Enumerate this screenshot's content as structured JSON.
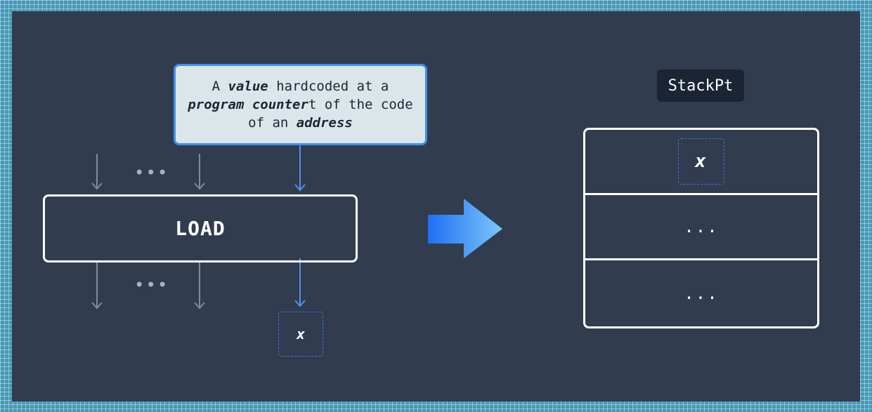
{
  "callout": {
    "line1_a": "A ",
    "line1_em": "value",
    "line1_b": " hardcoded at a",
    "line2_em": "program counter",
    "line2_b": "t of the code",
    "line3_a": "of an ",
    "line3_em": "address"
  },
  "instruction": {
    "label": "LOAD"
  },
  "output_value": "x",
  "inputs_ellipsis": "•••",
  "outputs_ellipsis": "•••",
  "stack": {
    "label": "StackPt",
    "cells": [
      "x",
      "...",
      "..."
    ]
  },
  "colors": {
    "background": "#313c4f",
    "accent_blue": "#3f8fef",
    "dim_arrow": "#7c8ba2",
    "callout_fill": "#dbe6ea"
  }
}
